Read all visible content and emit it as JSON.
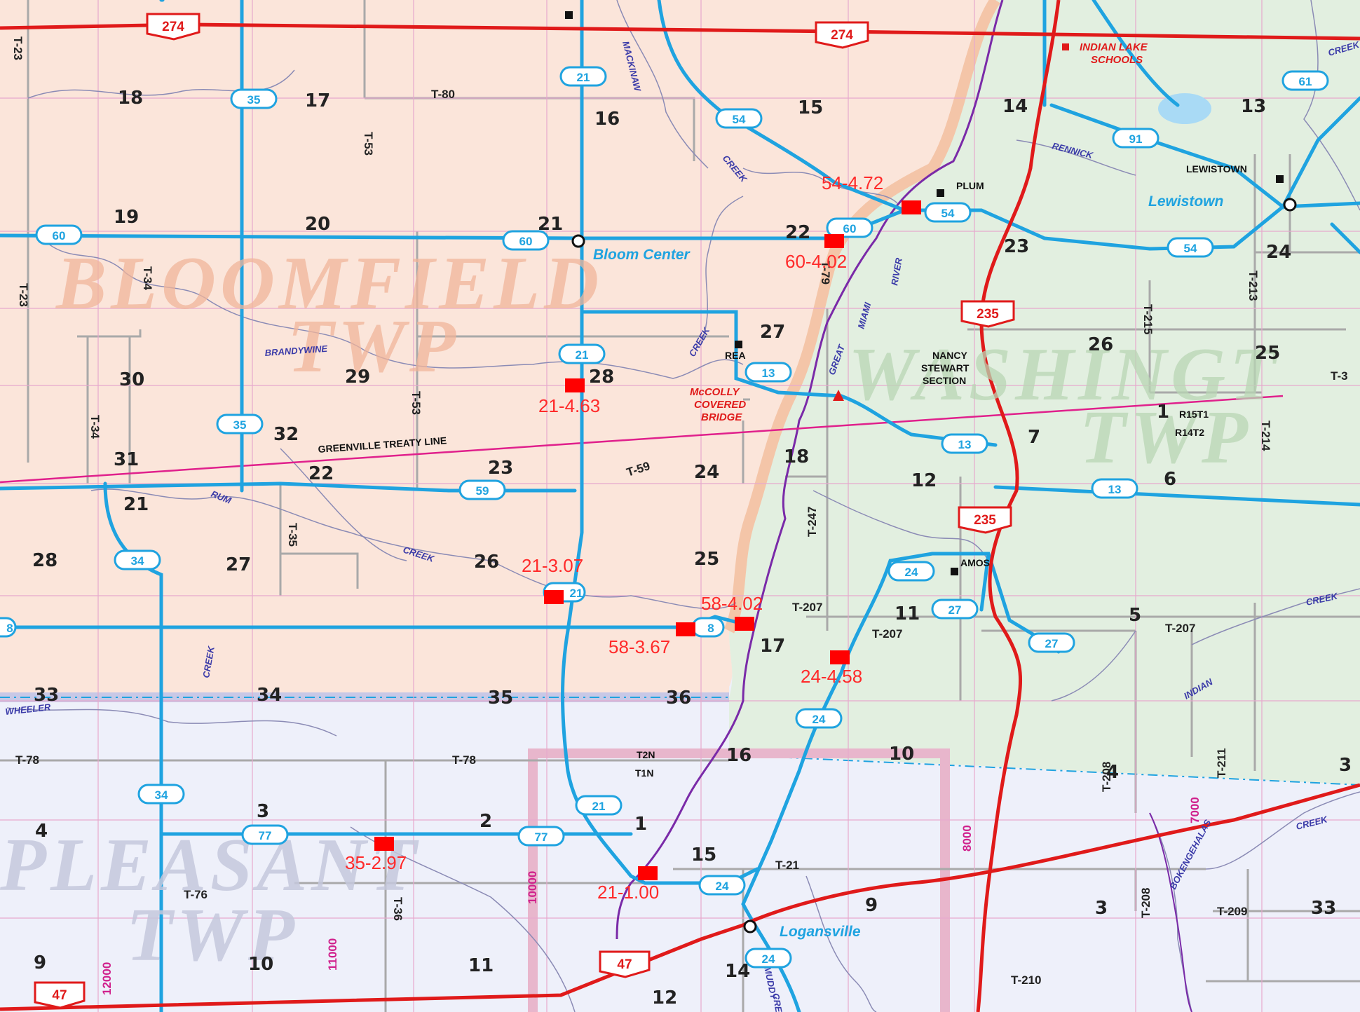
{
  "townships": {
    "bloomfield": {
      "line1": "BLOOMFIELD",
      "line2": "TWP"
    },
    "washington": {
      "line1": "WASHINGT",
      "line2": "TWP"
    },
    "pleasant": {
      "line1": "PLEASANT",
      "line2": "TWP"
    }
  },
  "sections": {
    "s18a": "18",
    "s17a": "17",
    "s16a": "16",
    "s15a": "15",
    "s14a": "14",
    "s13a": "13",
    "s19": "19",
    "s20": "20",
    "s21a": "21",
    "s22a": "22",
    "s23a": "23",
    "s24a": "24",
    "s27a": "27",
    "s26a": "26",
    "s25a": "25",
    "s30": "30",
    "s29": "29",
    "s28a": "28",
    "s32": "32",
    "s31": "31",
    "s22b": "22",
    "s23b": "23",
    "s24b": "24",
    "s1a": "1",
    "s7": "7",
    "s18b": "18",
    "s12": "12",
    "s6": "6",
    "s21b": "21",
    "s28b": "28",
    "s27b": "27",
    "s26b": "26",
    "s25b": "25",
    "s11": "11",
    "s5": "5",
    "s17b": "17",
    "s33a": "33",
    "s34": "34",
    "s35": "35",
    "s36": "36",
    "s16b": "16",
    "s10a": "10",
    "s4a": "4",
    "s3a": "3",
    "s4b": "4",
    "s3b": "3",
    "s2": "2",
    "s1b": "1",
    "s15b": "15",
    "s9a": "9",
    "s3c": "3",
    "s33b": "33",
    "s9b": "9",
    "s10b": "10",
    "s11b": "11",
    "s14b": "14",
    "s12b": "12"
  },
  "township_roads": {
    "t23a": "T-23",
    "t80": "T-80",
    "t53": "T-53",
    "t34a": "T-34",
    "t23b": "T-23",
    "t34b": "T-34",
    "t79": "T-79",
    "t215": "T-215",
    "t213": "T-213",
    "t214": "T-214",
    "t59": "T-59",
    "t53b": "T-53",
    "t35": "T-35",
    "t247": "T-247",
    "t207a": "T-207",
    "t207b": "T-207",
    "t207c": "T-207",
    "t78a": "T-78",
    "t78b": "T-78",
    "t76": "T-76",
    "t36": "T-36",
    "t21": "T-21",
    "t208a": "T-208",
    "t211": "T-211",
    "t208b": "T-208",
    "t209": "T-209",
    "t210": "T-210",
    "t3": "T-3"
  },
  "routes": {
    "r35a": "35",
    "r21a": "21",
    "r54a": "54",
    "r91": "91",
    "r61": "61",
    "r60a": "60",
    "r60b": "60",
    "r60c": "60",
    "r54b": "54",
    "r54c": "54",
    "r21b": "21",
    "r13a": "13",
    "r35b": "35",
    "r13b": "13",
    "r59": "59",
    "r13c": "13",
    "r34a": "34",
    "r24a": "24",
    "r27a": "27",
    "r27b": "27",
    "r58": "8",
    "r58b": "8",
    "r24b": "24",
    "r34b": "34",
    "r77a": "77",
    "r77b": "77",
    "r21c": "21",
    "r24c": "24",
    "r24d": "24",
    "r21d": "21"
  },
  "state_routes": {
    "sr274a": "274",
    "sr274b": "274",
    "sr235a": "235",
    "sr235b": "235",
    "sr47a": "47",
    "sr47b": "47"
  },
  "bridges": [
    {
      "id": "b1",
      "label": "54-4.72"
    },
    {
      "id": "b2",
      "label": "60-4.02"
    },
    {
      "id": "b3",
      "label": "21-4.63"
    },
    {
      "id": "b4",
      "label": "21-3.07"
    },
    {
      "id": "b5",
      "label": "58-4.02"
    },
    {
      "id": "b6",
      "label": "58-3.67"
    },
    {
      "id": "b7",
      "label": "24-4.58"
    },
    {
      "id": "b8",
      "label": "35-2.97"
    },
    {
      "id": "b9",
      "label": "21-1.00"
    }
  ],
  "towns": {
    "bloom_center": "Bloom Center",
    "lewistown": "Lewistown",
    "logansville": "Logansville"
  },
  "places": {
    "plum": "PLUM",
    "lewistown_caps": "LEWISTOWN",
    "rea": "REA",
    "amos": "AMOS",
    "nancy1": "NANCY",
    "nancy2": "STEWART",
    "nancy3": "SECTION",
    "treaty": "GREENVILLE TREATY LINE",
    "r15t1": "R15T1",
    "r14t2": "R14T2",
    "t2n": "T2N",
    "t1n": "T1N"
  },
  "red_labels": {
    "indian1": "INDIAN LAKE",
    "indian2": "SCHOOLS",
    "mccolly1": "McCOLLY",
    "mccolly2": "COVERED",
    "mccolly3": "BRIDGE"
  },
  "streams": {
    "bw": "BRANDYWINE",
    "rum": "RUM",
    "creek_a": "CREEK",
    "creek_b": "CREEK",
    "creek_c": "CREEK",
    "creek_d": "CREEK",
    "creek_e": "CREEK",
    "creek_f": "CREEK",
    "creek_g": "CREEK",
    "creek_h": "CREEK",
    "great": "GREAT",
    "miami": "MIAMI",
    "river": "RIVER",
    "rennick": "RENNICK",
    "indian": "INDIAN",
    "wheeler": "WHEELER",
    "bokengehalas": "BOKENGEHALAS",
    "mackinaw": "MACKINAW",
    "muddy": "MUDDY"
  },
  "grid_numbers": {
    "g12000": "12000",
    "g11000": "11000",
    "g10000": "10000",
    "g8000": "8000",
    "g7000": "7000"
  }
}
